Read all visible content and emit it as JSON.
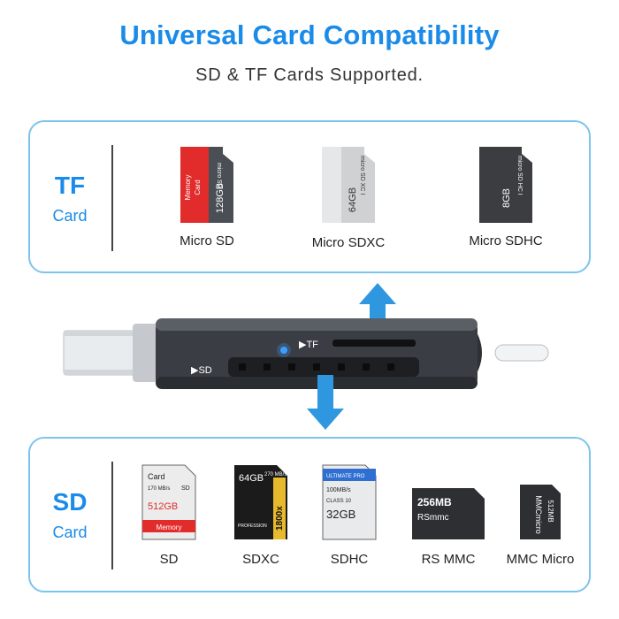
{
  "header": {
    "title": "Universal Card Compatibility",
    "subtitle": "SD & TF Cards Supported."
  },
  "tf_section": {
    "heading": "TF",
    "subheading": "Card",
    "cards": [
      {
        "label": "Micro SD",
        "face_text": [
          "Memory",
          "Card"
        ],
        "capacity": "128GB",
        "brand_text": "micro SD"
      },
      {
        "label": "Micro SDXC",
        "capacity": "64GB",
        "brand_text": "micro SD XC I"
      },
      {
        "label": "Micro SDHC",
        "capacity": "8GB",
        "brand_text": "micro SD HC I"
      }
    ]
  },
  "sd_section": {
    "heading": "SD",
    "subheading": "Card",
    "cards": [
      {
        "label": "SD",
        "top_text": "Card",
        "speed": "170 MB/s",
        "mark": "SD",
        "capacity": "512GB",
        "band_text": "Memory"
      },
      {
        "label": "SDXC",
        "capacity": "64GB",
        "speed": "270 MB/s",
        "side_text": "1800x",
        "line_text": "PROFESSION"
      },
      {
        "label": "SDHC",
        "top_text": "ULTIMATE PRO",
        "speed": "100MB/s",
        "class_text": "CLASS 10",
        "capacity": "32GB"
      },
      {
        "label": "RS MMC",
        "capacity": "256MB",
        "type_text": "RSmmc"
      },
      {
        "label": "MMC Micro",
        "capacity": "512MB",
        "type_text": "MMCmicro"
      }
    ]
  },
  "device": {
    "tf_slot_label": "▶TF",
    "sd_slot_label": "▶SD"
  },
  "colors": {
    "accent": "#1a8be8",
    "panel_border": "#7cc4ee",
    "arrow": "#2f96e0",
    "card_red": "#e22b2b",
    "card_gray": "#555a60"
  }
}
